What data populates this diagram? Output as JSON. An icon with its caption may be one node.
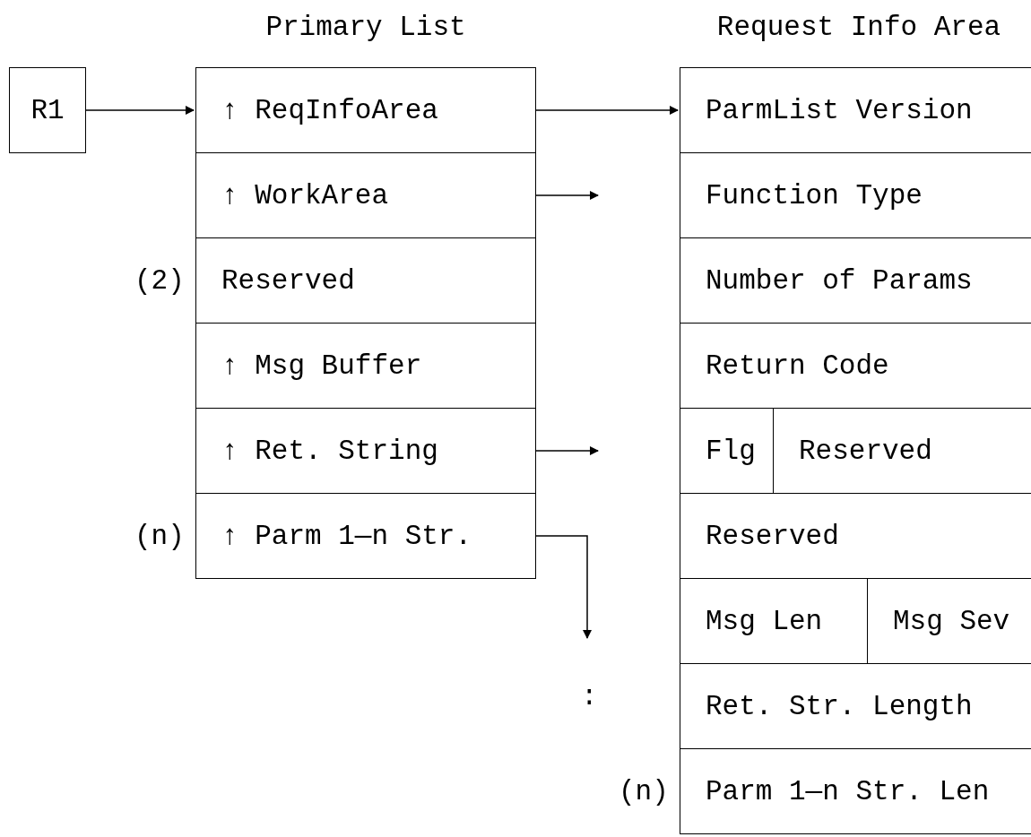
{
  "diagram": {
    "nodes": [
      {
        "text": [
          "R1"
        ]
      },
      {
        "text": [
          "Primary List"
        ]
      },
      {
        "text": [
          "↑ ReqInfoArea"
        ],
        "in": 1
      },
      {
        "text": [
          "↑ WorkArea"
        ],
        "in": 1
      },
      {
        "text": [
          "Reserved"
        ],
        "in": 1,
        "beside": [
          "(2)"
        ]
      },
      {
        "text": [
          "↑ Msg Buffer"
        ],
        "in": 1
      },
      {
        "text": [
          "↑ Ret. String"
        ],
        "in": 1
      },
      {
        "text": [
          "↑ Parm 1—n Str."
        ],
        "in": 1,
        "beside": [
          "(n)"
        ]
      },
      {
        "text": [
          "Request Info Area"
        ]
      },
      {
        "text": [
          "ParmList Version"
        ],
        "in": 8
      },
      {
        "text": [
          "Function Type"
        ],
        "in": 8
      },
      {
        "text": [
          "Number of Params"
        ],
        "in": 8
      },
      {
        "text": [
          "Return Code"
        ],
        "in": 8
      },
      {
        "text": [
          "Flg"
        ],
        "in": 8
      },
      {
        "text": [
          "Reserved"
        ],
        "in": 8
      },
      {
        "text": [
          "Reserved"
        ],
        "in": 8
      },
      {
        "text": [
          "Msg Len"
        ],
        "in": 8
      },
      {
        "text": [
          "Msg Sev"
        ],
        "in": 8
      },
      {
        "text": [
          "Ret. Str. Length"
        ],
        "in": 8
      },
      {
        "text": [
          "Parm 1—n Str. Len"
        ],
        "in": 8,
        "beside": [
          "(n)"
        ]
      }
    ],
    "edges": [
      {
        "from": 0,
        "to": 2,
        "arrow": "to"
      },
      {
        "from": 2,
        "to": 9,
        "arrow": "to"
      },
      {
        "from": 3,
        "to": null,
        "arrow": "to"
      },
      {
        "from": 6,
        "to": null,
        "arrow": "to"
      },
      {
        "from": 7,
        "to": null,
        "arrow": "to"
      }
    ],
    "labels": [
      ":"
    ]
  }
}
